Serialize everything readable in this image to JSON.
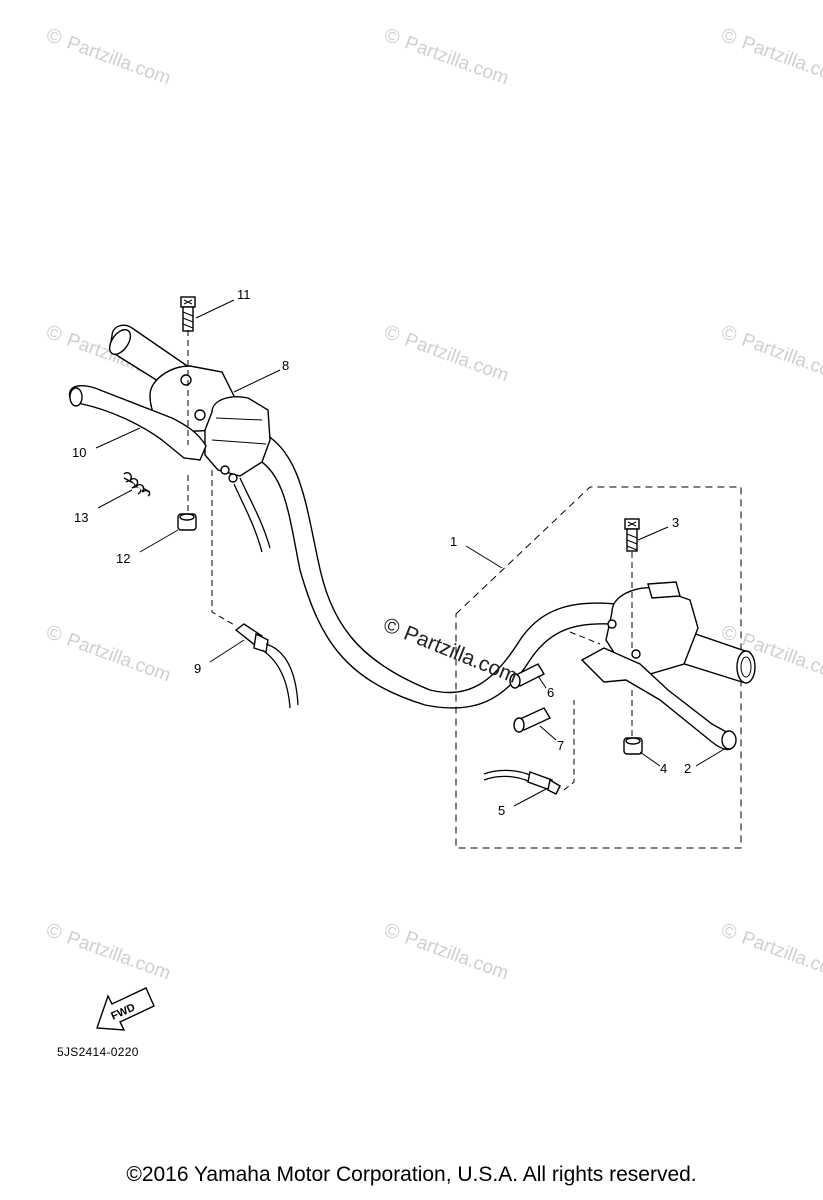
{
  "watermark": {
    "symbol": "©",
    "text": "Partzilla.com"
  },
  "callouts": [
    "1",
    "2",
    "3",
    "4",
    "5",
    "6",
    "7",
    "8",
    "9",
    "10",
    "11",
    "12",
    "13"
  ],
  "fwd_label": "FWD",
  "part_code": "5JS2414-0220",
  "copyright": "©2016 Yamaha Motor Corporation, U.S.A. All rights reserved."
}
